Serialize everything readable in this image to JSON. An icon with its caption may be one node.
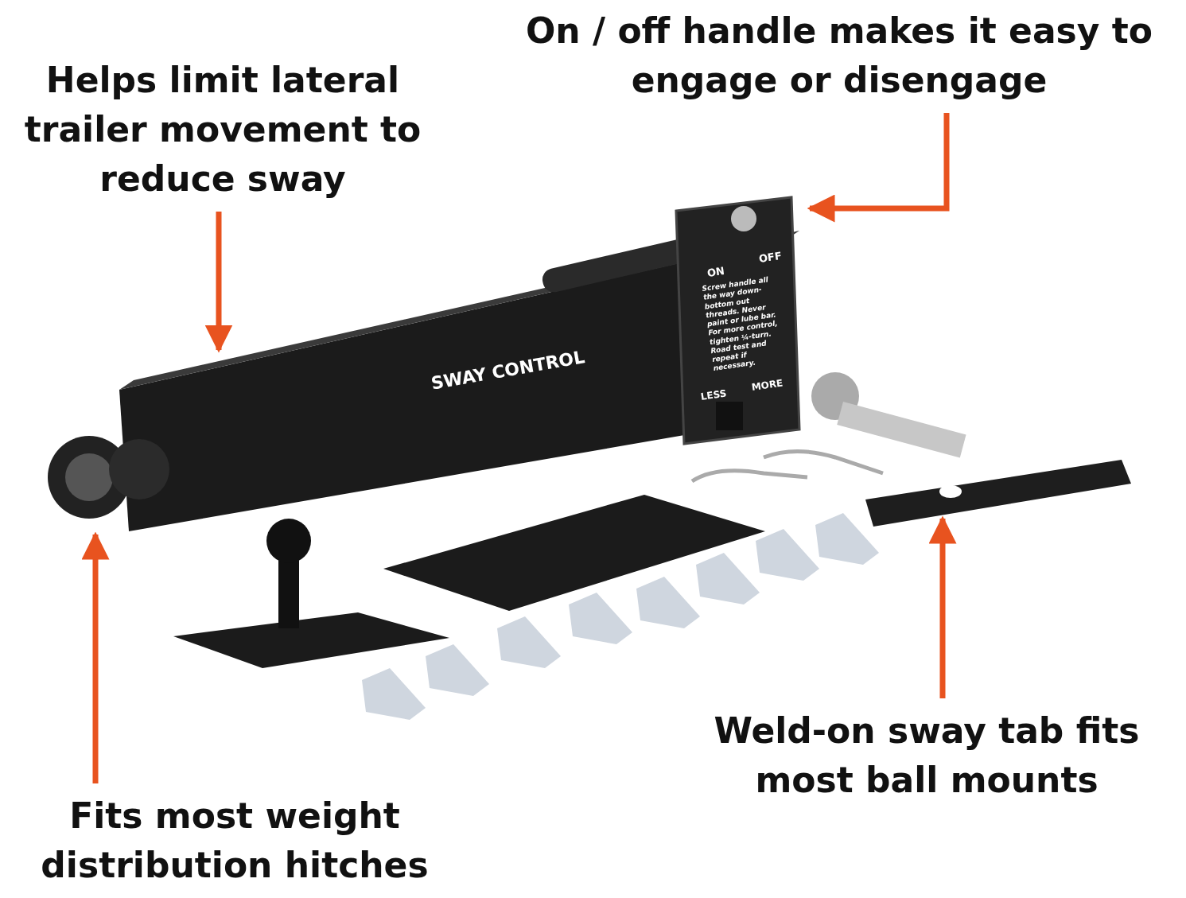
{
  "diagram": {
    "nodes": [
      {
        "text": [
          "Helps limit lateral trailer movement to reduce sway"
        ]
      },
      {
        "text": [
          "On / off handle makes it easy to engage or disengage"
        ]
      },
      {
        "text": [
          "Fits most weight distribution hitches"
        ]
      },
      {
        "text": [
          "Weld-on sway tab fits most ball mounts"
        ]
      },
      {
        "text": [],
        "shape": "picture"
      },
      {
        "text": [],
        "shape": "picture"
      },
      {
        "text": [],
        "shape": "picture"
      },
      {
        "text": [],
        "shape": "picture"
      }
    ],
    "edges": [
      {
        "from": 0,
        "to": 4,
        "arrow": "to"
      },
      {
        "from": 1,
        "to": 5,
        "arrow": "to"
      },
      {
        "from": 2,
        "to": 6,
        "arrow": "to"
      },
      {
        "from": 3,
        "to": 7,
        "arrow": "to"
      }
    ],
    "labels": [
      "SWAY CONTROL",
      "ON",
      "OFF",
      "Screw handle all the way down-bottom out threads. Never paint or lube bar. For more control, tighten ¼-turn. Road test and repeat if necessary.",
      "LESS",
      "MORE"
    ]
  }
}
